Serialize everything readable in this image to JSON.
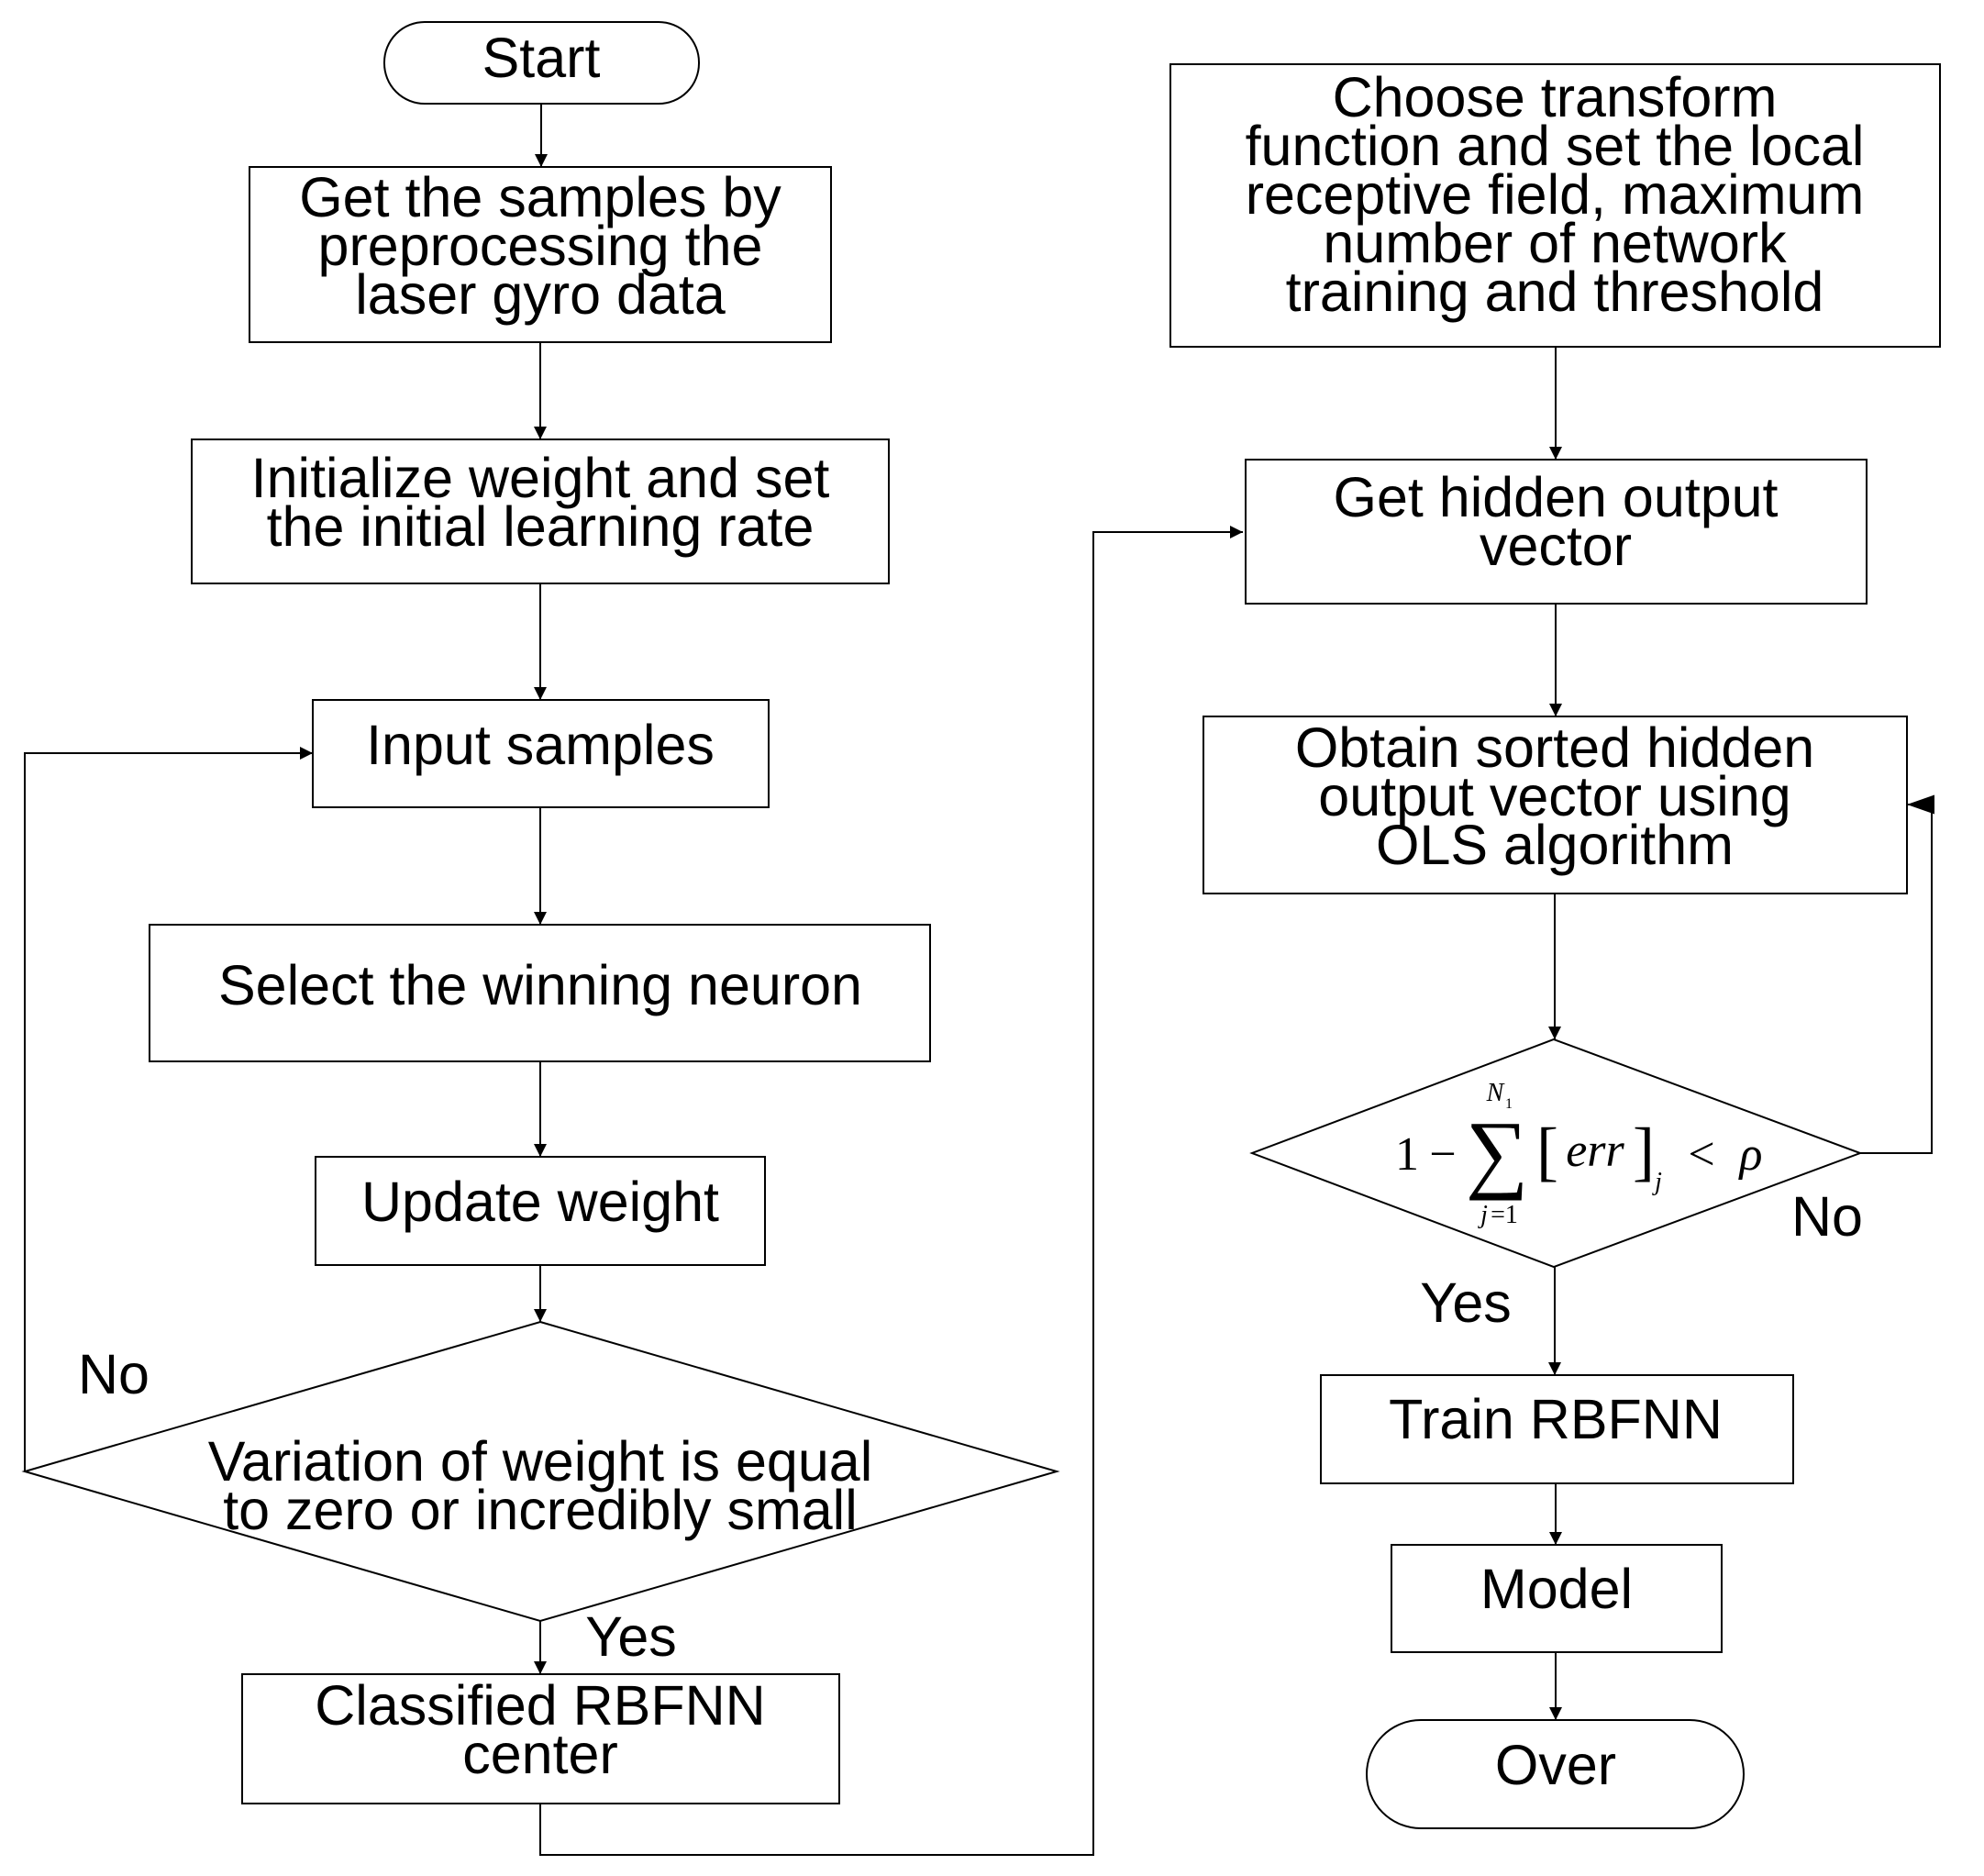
{
  "left_flow": {
    "start": "Start",
    "get_samples": [
      "Get the samples by",
      "preprocessing the",
      "laser gyro data"
    ],
    "init_weight": [
      "Initialize weight and set",
      "the initial learning rate"
    ],
    "input_samples": "Input samples",
    "select_winner": "Select the winning neuron",
    "update_weight": "Update weight",
    "variation_decision": [
      "Variation of weight is equal",
      "to zero or incredibly small"
    ],
    "decision_no": "No",
    "decision_yes": "Yes",
    "classified": [
      "Classified RBFNN",
      "center"
    ]
  },
  "right_flow": {
    "choose_transform": [
      "Choose  transform",
      "function and set the local",
      "receptive field, maximum",
      "number of network",
      "training and threshold"
    ],
    "hidden_output": [
      "Get hidden output",
      "vector"
    ],
    "sorted_hidden": [
      "Obtain sorted hidden",
      "output vector using",
      "OLS algorithm"
    ],
    "err_decision": {
      "one": "1",
      "minus": "−",
      "sigma": "∑",
      "upper_limit": "N",
      "upper_limit_sub": "1",
      "lower_limit": "j",
      "lower_limit_rest": "=1",
      "lbracket": "[",
      "term": "err",
      "rbracket": "]",
      "term_sub": "j",
      "less_than": "<",
      "rho": "ρ"
    },
    "decision_no": "No",
    "decision_yes": "Yes",
    "train": "Train RBFNN",
    "model": "Model",
    "over": "Over"
  }
}
